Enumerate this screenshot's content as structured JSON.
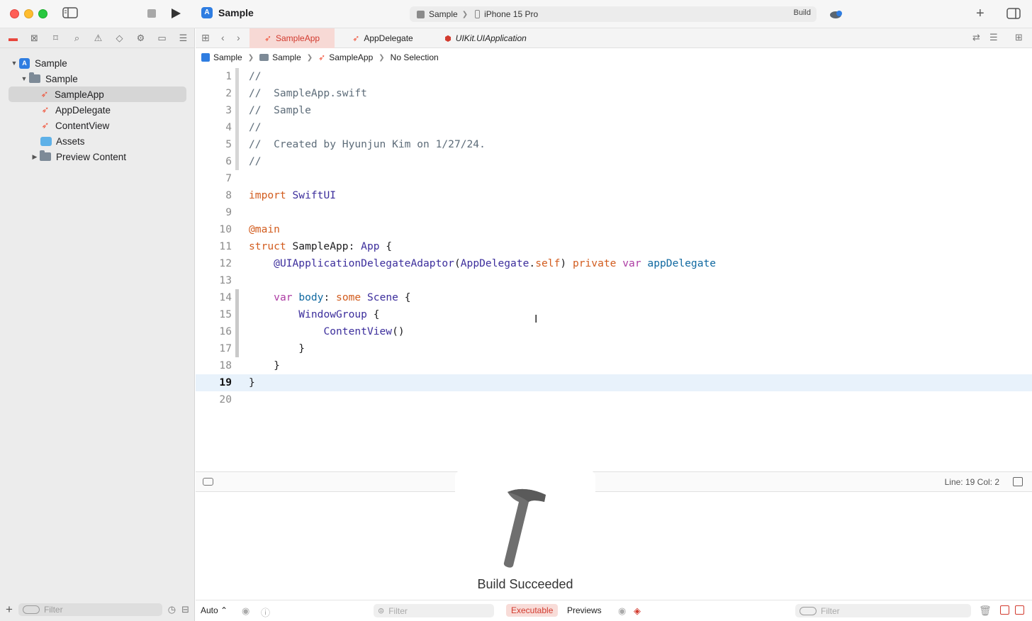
{
  "window": {
    "title": "Sample",
    "scheme_project": "Sample",
    "scheme_device": "iPhone 15 Pro",
    "build_status": "Build"
  },
  "navigator": {
    "filter_placeholder": "Filter",
    "items": [
      {
        "label": "Sample",
        "type": "project",
        "expanded": true
      },
      {
        "label": "Sample",
        "type": "folder",
        "expanded": true
      },
      {
        "label": "SampleApp",
        "type": "swift",
        "selected": true
      },
      {
        "label": "AppDelegate",
        "type": "swift"
      },
      {
        "label": "ContentView",
        "type": "swift"
      },
      {
        "label": "Assets",
        "type": "assets"
      },
      {
        "label": "Preview Content",
        "type": "folder",
        "expanded": false
      }
    ]
  },
  "tabs": [
    {
      "label": "SampleApp",
      "active": true
    },
    {
      "label": "AppDelegate",
      "active": false
    },
    {
      "label": "UIKit.UIApplication",
      "active": false
    }
  ],
  "breadcrumb": [
    "Sample",
    "Sample",
    "SampleApp",
    "No Selection"
  ],
  "editor": {
    "current_line": 19,
    "lines": [
      {
        "n": "1",
        "text": "//"
      },
      {
        "n": "2",
        "text": "//  SampleApp.swift"
      },
      {
        "n": "3",
        "text": "//  Sample"
      },
      {
        "n": "4",
        "text": "//"
      },
      {
        "n": "5",
        "text": "//  Created by Hyunjun Kim on 1/27/24."
      },
      {
        "n": "6",
        "text": "//"
      },
      {
        "n": "7",
        "text": ""
      },
      {
        "n": "8",
        "text": "import SwiftUI"
      },
      {
        "n": "9",
        "text": ""
      },
      {
        "n": "10",
        "text": "@main"
      },
      {
        "n": "11",
        "text": "struct SampleApp: App {"
      },
      {
        "n": "12",
        "text": "    @UIApplicationDelegateAdaptor(AppDelegate.self) private var appDelegate"
      },
      {
        "n": "13",
        "text": ""
      },
      {
        "n": "14",
        "text": "    var body: some Scene {"
      },
      {
        "n": "15",
        "text": "        WindowGroup {"
      },
      {
        "n": "16",
        "text": "            ContentView()"
      },
      {
        "n": "17",
        "text": "        }"
      },
      {
        "n": "18",
        "text": "    }"
      },
      {
        "n": "19",
        "text": "}"
      },
      {
        "n": "20",
        "text": ""
      }
    ]
  },
  "status": {
    "line_col": "Line: 19  Col: 2",
    "hud_message": "Build Succeeded"
  },
  "bottom": {
    "auto_label": "Auto",
    "filter_placeholder": "Filter",
    "executable_tab": "Executable",
    "previews_tab": "Previews",
    "console_filter_placeholder": "Filter"
  },
  "colors": {
    "accent_red": "#d23a2e",
    "swift_orange": "#f05138",
    "keyword": "#ad3da4",
    "comment": "#5d6c79",
    "current_line_bg": "#e8f2fb"
  }
}
